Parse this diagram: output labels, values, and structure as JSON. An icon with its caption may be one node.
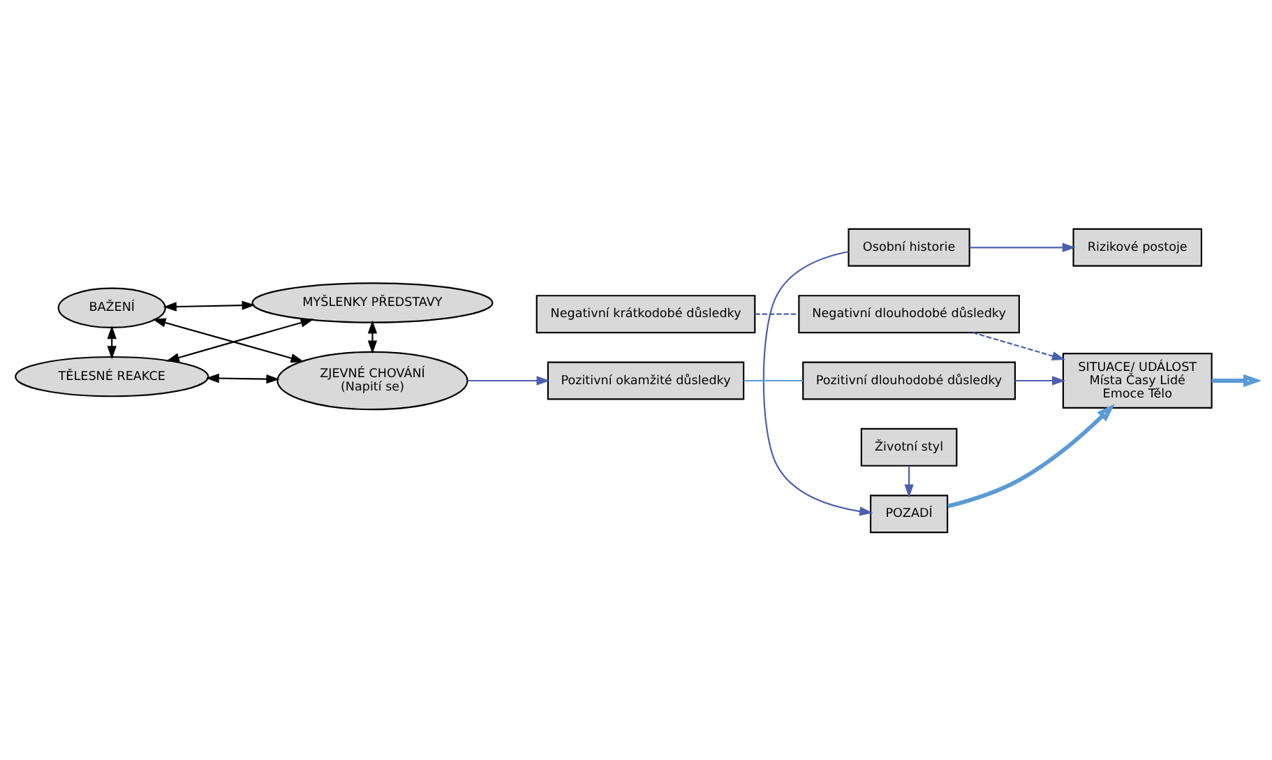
{
  "diagram": {
    "nodes": [
      {
        "text": [
          "Osobní historie"
        ]
      },
      {
        "text": [
          "Rizikové postoje"
        ]
      },
      {
        "text": [
          "POZADÍ"
        ]
      },
      {
        "text": [
          "Životní styl"
        ]
      },
      {
        "text": [
          "SITUACE/ UDÁLOST",
          "Místa Časy Lidé",
          "Emoce Tělo"
        ]
      },
      {
        "text": [
          "BAŽENÍ"
        ]
      },
      {
        "text": [
          "MYŠLENKY PŘEDSTAVY"
        ]
      },
      {
        "text": [
          "TĚLESNÉ REAKCE"
        ]
      },
      {
        "text": [
          "ZJEVNÉ CHOVÁNÍ",
          "(Napití se)"
        ]
      },
      {
        "text": [
          "Pozitivní dlouhodobé důsledky"
        ]
      },
      {
        "text": [
          "Pozitivní okamžité důsledky"
        ]
      },
      {
        "text": [
          "Negativní dlouhodobé důsledky"
        ]
      },
      {
        "text": [
          "Negativní krátkodobé důsledky"
        ]
      }
    ],
    "edges": [
      {
        "from": 0,
        "to": 1,
        "arrow": "to"
      },
      {
        "from": 0,
        "to": 2,
        "arrow": "to"
      },
      {
        "from": 3,
        "to": 2,
        "arrow": "to"
      },
      {
        "from": 2,
        "to": 4,
        "arrow": "to",
        "style": "thick",
        "color": "#5b9bd5"
      },
      {
        "from": 4,
        "to": null,
        "arrow": "to",
        "style": "thick",
        "color": "#5b9bd5"
      },
      {
        "from": 5,
        "to": 6,
        "arrow": "both",
        "color": "#000000"
      },
      {
        "from": 5,
        "to": 7,
        "arrow": "both",
        "color": "#000000"
      },
      {
        "from": 6,
        "to": 8,
        "arrow": "both",
        "color": "#000000"
      },
      {
        "from": 7,
        "to": 8,
        "arrow": "both",
        "color": "#000000"
      },
      {
        "from": 5,
        "to": 8,
        "arrow": "both",
        "color": "#000000"
      },
      {
        "from": 7,
        "to": 6,
        "arrow": "both",
        "color": "#000000"
      },
      {
        "from": 8,
        "to": 10,
        "arrow": "to"
      },
      {
        "from": 10,
        "to": 9,
        "arrow": "none",
        "color": "#5b9bd5"
      },
      {
        "from": 9,
        "to": 4,
        "arrow": "to"
      },
      {
        "from": 12,
        "to": 11,
        "arrow": "none",
        "style": "dashed"
      },
      {
        "from": 11,
        "to": 4,
        "arrow": "to",
        "style": "dashed"
      }
    ]
  }
}
